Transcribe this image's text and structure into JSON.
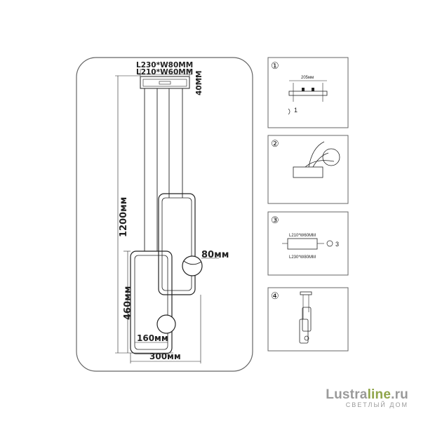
{
  "main": {
    "canopy_outer": "L230*W80MM",
    "canopy_inner": "L210*W60MM",
    "canopy_height": "40MM",
    "total_height": "1200мм",
    "lower_height": "460мм",
    "sphere": "80мм",
    "inner_width": "160мм",
    "total_width": "300мм"
  },
  "steps": {
    "s1": {
      "num": "①",
      "dim": "205мм",
      "note": "1"
    },
    "s2": {
      "num": "②"
    },
    "s3": {
      "num": "③",
      "top": "L210*W60MM",
      "bottom": "L230*W80MM",
      "note": "3"
    },
    "s4": {
      "num": "④"
    }
  },
  "logo": {
    "brand_main": "Lustra",
    "brand_accent": "line",
    "brand_tld": ".ru",
    "tagline": "СВЕТЛЫЙ ДОМ"
  },
  "colors": {
    "line": "#222222",
    "frame": "#666666",
    "logo_gray": "#9a9a9a",
    "logo_green": "#8fa54a"
  }
}
